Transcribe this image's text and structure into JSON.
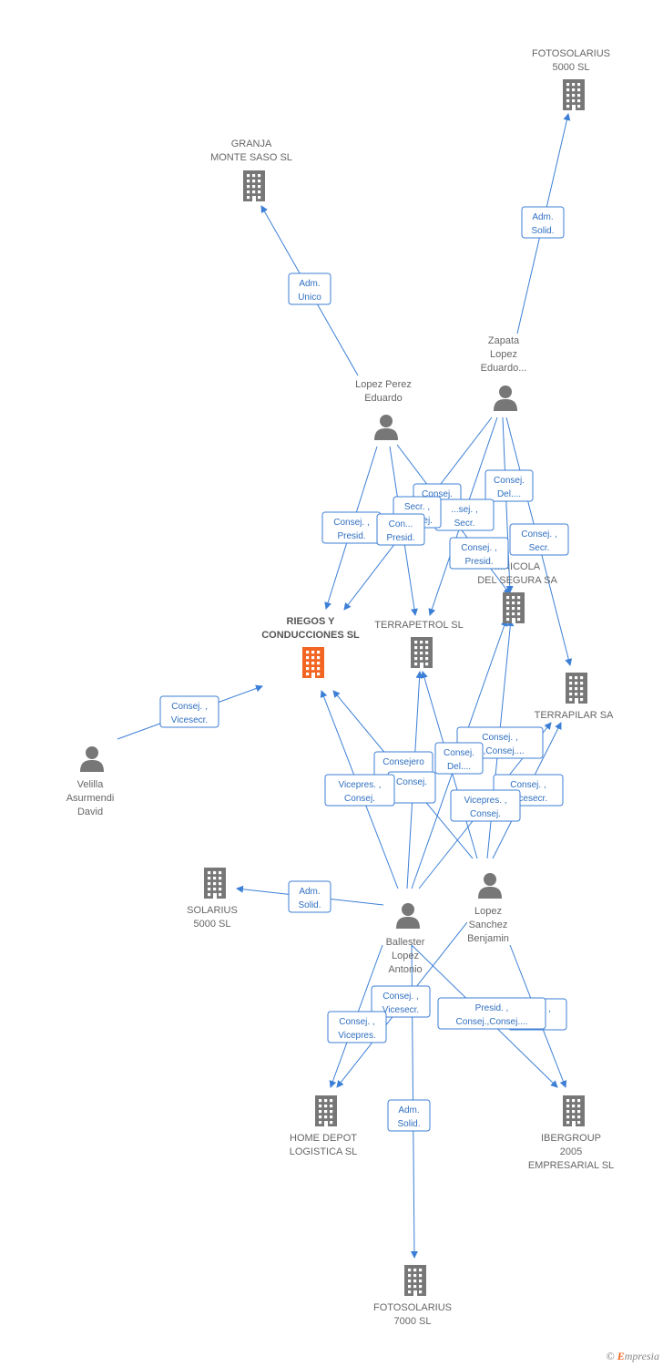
{
  "colors": {
    "edge": "#3c7fd6",
    "node": "#777777",
    "highlight": "#f26522"
  },
  "nodes": [
    {
      "id": "fotosolarius5000",
      "type": "company",
      "label": [
        "FOTOSOLARIUS",
        "5000 SL"
      ]
    },
    {
      "id": "granja",
      "type": "company",
      "label": [
        "GRANJA",
        "MONTE SASO SL"
      ]
    },
    {
      "id": "zapata",
      "type": "person",
      "label": [
        "Zapata",
        "Lopez",
        "Eduardo..."
      ]
    },
    {
      "id": "lopezperez",
      "type": "person",
      "label": [
        "Lopez Perez",
        "Eduardo"
      ]
    },
    {
      "id": "riegos",
      "type": "company",
      "highlight": true,
      "label": [
        "RIEGOS Y",
        "CONDUCCIONES SL"
      ]
    },
    {
      "id": "terrapetrol",
      "type": "company",
      "label": [
        "TERRAPETROL SL"
      ]
    },
    {
      "id": "agricola",
      "type": "company",
      "label": [
        "...RICOLA",
        "DEL SEGURA SA"
      ]
    },
    {
      "id": "terrapilar",
      "type": "company",
      "label": [
        "TERRAPILAR SA"
      ]
    },
    {
      "id": "velilla",
      "type": "person",
      "label": [
        "Velilla",
        "Asurmendi",
        "David"
      ]
    },
    {
      "id": "solarius",
      "type": "company",
      "label": [
        "SOLARIUS",
        "5000 SL"
      ]
    },
    {
      "id": "ballester",
      "type": "person",
      "label": [
        "Ballester",
        "Lopez",
        "Antonio"
      ]
    },
    {
      "id": "lopezsanchez",
      "type": "person",
      "label": [
        "Lopez",
        "Sanchez",
        "Benjamin"
      ]
    },
    {
      "id": "homedepot",
      "type": "company",
      "label": [
        "HOME DEPOT",
        "LOGISTICA SL"
      ]
    },
    {
      "id": "ibergroup",
      "type": "company",
      "label": [
        "IBERGROUP",
        "2005",
        "EMPRESARIAL SL"
      ]
    },
    {
      "id": "fotosolarius7000",
      "type": "company",
      "label": [
        "FOTOSOLARIUS",
        "7000 SL"
      ]
    }
  ],
  "edges": [
    {
      "from": "lopezperez",
      "to": "granja"
    },
    {
      "from": "zapata",
      "to": "fotosolarius5000"
    },
    {
      "from": "lopezperez",
      "to": "riegos"
    },
    {
      "from": "lopezperez",
      "to": "terrapetrol"
    },
    {
      "from": "lopezperez",
      "to": "agricola"
    },
    {
      "from": "zapata",
      "to": "riegos"
    },
    {
      "from": "zapata",
      "to": "terrapetrol"
    },
    {
      "from": "zapata",
      "to": "agricola"
    },
    {
      "from": "zapata",
      "to": "terrapilar"
    },
    {
      "from": "velilla",
      "to": "riegos"
    },
    {
      "from": "ballester",
      "to": "solarius"
    },
    {
      "from": "ballester",
      "to": "riegos"
    },
    {
      "from": "ballester",
      "to": "terrapetrol"
    },
    {
      "from": "ballester",
      "to": "agricola"
    },
    {
      "from": "ballester",
      "to": "terrapilar"
    },
    {
      "from": "lopezsanchez",
      "to": "riegos"
    },
    {
      "from": "lopezsanchez",
      "to": "terrapetrol"
    },
    {
      "from": "lopezsanchez",
      "to": "agricola"
    },
    {
      "from": "lopezsanchez",
      "to": "terrapilar"
    },
    {
      "from": "ballester",
      "to": "homedepot"
    },
    {
      "from": "ballester",
      "to": "ibergroup"
    },
    {
      "from": "ballester",
      "to": "fotosolarius7000"
    },
    {
      "from": "lopezsanchez",
      "to": "homedepot"
    },
    {
      "from": "lopezsanchez",
      "to": "ibergroup"
    }
  ],
  "edge_labels": [
    {
      "lines": [
        "Adm.",
        "Solid."
      ]
    },
    {
      "lines": [
        "Adm.",
        "Unico"
      ]
    },
    {
      "lines": [
        "Consej.",
        "Del...."
      ]
    },
    {
      "lines": [
        "Consej.",
        "..."
      ]
    },
    {
      "lines": [
        "...sej. ,",
        "Secr."
      ]
    },
    {
      "lines": [
        "Secr. ,",
        "Consej."
      ]
    },
    {
      "lines": [
        "Consej. ,",
        "Presid."
      ]
    },
    {
      "lines": [
        "Con...",
        "Presid."
      ]
    },
    {
      "lines": [
        "Consej. ,",
        "Secr."
      ]
    },
    {
      "lines": [
        "Consej. ,",
        "Presid."
      ]
    },
    {
      "lines": [
        "Consej. ,",
        "Vicesecr."
      ]
    },
    {
      "lines": [
        "Consej. ,",
        "...,Consej...."
      ]
    },
    {
      "lines": [
        "Consej.",
        "Del...."
      ]
    },
    {
      "lines": [
        "Consejero",
        ""
      ]
    },
    {
      "lines": [
        "Consej.",
        ""
      ]
    },
    {
      "lines": [
        "Consej. ,",
        "...icesecr."
      ]
    },
    {
      "lines": [
        "Vicepres. ,",
        "Consej."
      ]
    },
    {
      "lines": [
        "Vicepres. ,",
        "Consej."
      ]
    },
    {
      "lines": [
        "Adm.",
        "Solid."
      ]
    },
    {
      "lines": [
        "Consej. ,",
        "Vicesecr."
      ]
    },
    {
      "lines": [
        "Consej. ,",
        "Vicepres."
      ]
    },
    {
      "lines": [
        "...sej. ,",
        "...cr."
      ]
    },
    {
      "lines": [
        "Presid. ,",
        "Consej.,Consej...."
      ]
    },
    {
      "lines": [
        "Adm.",
        "Solid."
      ]
    }
  ],
  "branding": {
    "copyright": "©",
    "name": "mpresia",
    "initial": "E"
  }
}
